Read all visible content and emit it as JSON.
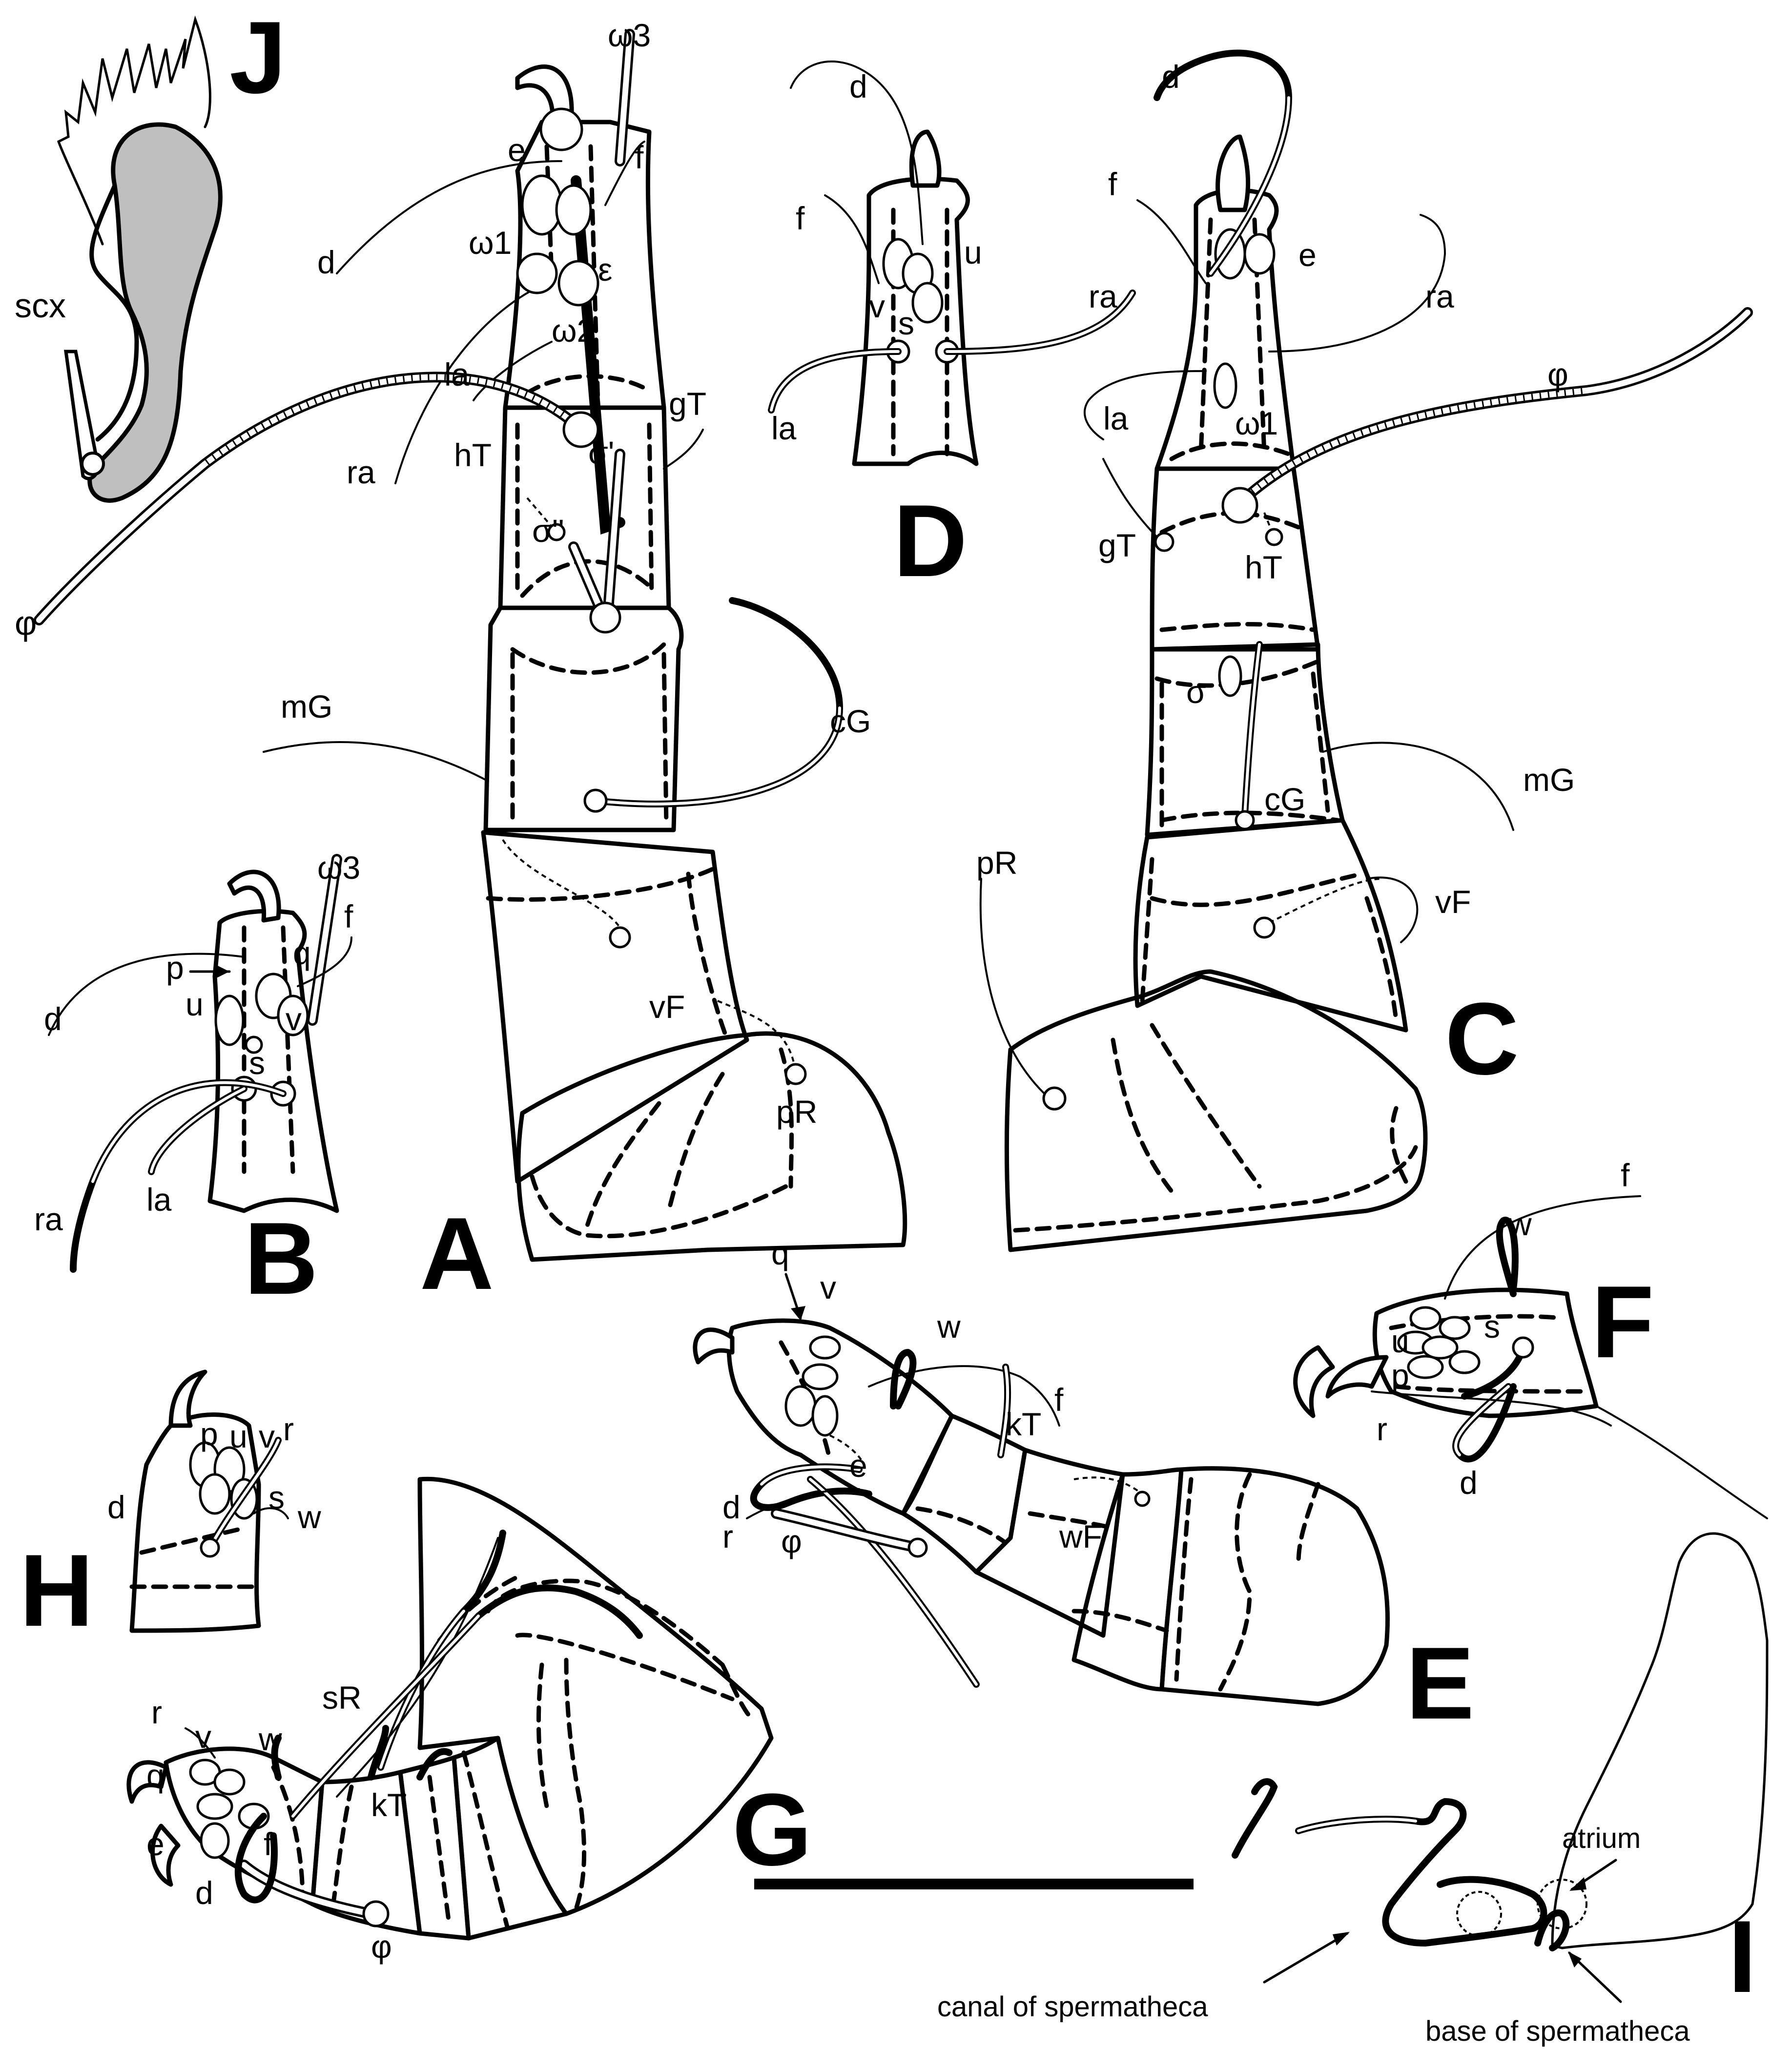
{
  "panels": {
    "J": {
      "letter": "J",
      "labels": {
        "scx": "scx",
        "phi": "φ"
      }
    },
    "A": {
      "letter": "A",
      "labels": {
        "omega3": "ω3",
        "e": "e",
        "f": "f",
        "d": "d",
        "omega1": "ω1",
        "epsilon": "ε",
        "omega2": "ω2",
        "la": "la",
        "ra": "ra",
        "hT": "hT",
        "gT": "gT",
        "sigma1": "σ'",
        "sigma2": "σ''",
        "mG": "mG",
        "cG": "cG",
        "vF": "vF",
        "pR": "pR"
      }
    },
    "D": {
      "letter": "D",
      "labels": {
        "d": "d",
        "f": "f",
        "u": "u",
        "v": "v",
        "s": "s",
        "la": "la",
        "ra": "ra"
      }
    },
    "C": {
      "letter": "C",
      "labels": {
        "d": "d",
        "f": "f",
        "e": "e",
        "ra": "ra",
        "phi": "φ",
        "la": "la",
        "omega1": "ω1",
        "gT": "gT",
        "hT": "hT",
        "sigma": "σ",
        "cG": "cG",
        "mG": "mG",
        "vF": "vF",
        "pR": "pR"
      }
    },
    "B": {
      "letter": "B",
      "labels": {
        "omega3": "ω3",
        "f": "f",
        "q": "q",
        "d": "d",
        "p": "p",
        "u": "u",
        "v": "v",
        "s": "s",
        "la": "la",
        "ra": "ra"
      }
    },
    "F": {
      "letter": "F",
      "labels": {
        "f": "f",
        "w": "w",
        "u": "u",
        "s": "s",
        "p": "p",
        "r": "r",
        "d": "d"
      }
    },
    "H": {
      "letter": "H",
      "labels": {
        "p": "p",
        "u": "u",
        "v": "v",
        "r": "r",
        "d": "d",
        "s": "s",
        "w": "w"
      }
    },
    "E": {
      "letter": "E",
      "labels": {
        "q": "q",
        "v": "v",
        "w": "w",
        "f": "f",
        "kT": "kT",
        "e": "e",
        "d": "d",
        "r": "r",
        "phi": "φ",
        "wF": "wF"
      }
    },
    "G": {
      "letter": "G",
      "labels": {
        "r": "r",
        "v": "v",
        "w": "w",
        "q": "q",
        "sR": "sR",
        "kT": "kT",
        "e": "e",
        "f": "f",
        "d": "d",
        "phi": "φ"
      }
    },
    "I": {
      "letter": "I",
      "labels": {
        "atrium": "atrium",
        "canal": "canal of spermatheca",
        "base": "base of spermatheca"
      }
    }
  }
}
